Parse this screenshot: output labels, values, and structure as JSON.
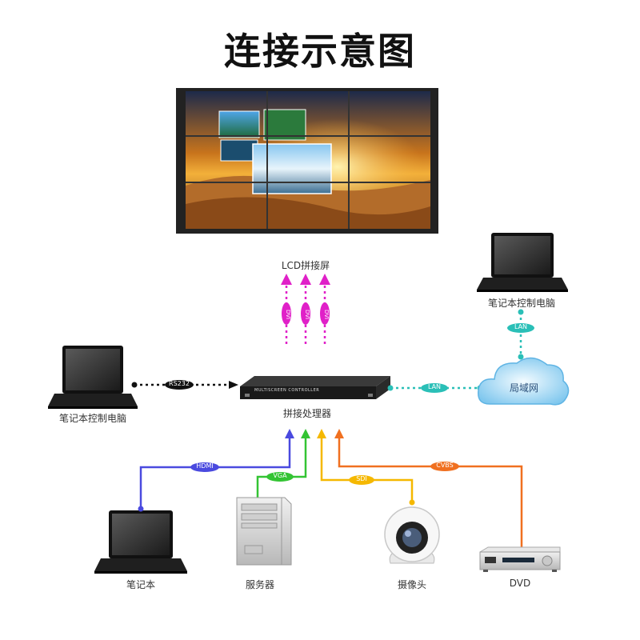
{
  "title": "连接示意图",
  "labels": {
    "lcd_wall": "LCD拼接屏",
    "controller": "拼接处理器",
    "controller_panel": "MULTISCREEN CONTROLLER",
    "laptop_left": "笔记本控制电脑",
    "laptop_right": "笔记本控制电脑",
    "lan_cloud": "局域网",
    "laptop_bottom": "笔记本",
    "server": "服务器",
    "camera": "摄像头",
    "dvd": "DVD"
  },
  "links": {
    "rs232": "RS232",
    "lan_h": "LAN",
    "lan_v": "LAN",
    "hdmi": "HDMI",
    "vga": "VGA",
    "sdi": "SDI",
    "cvbs": "CVBS",
    "dvi_1": "DVI",
    "dvi_2": "DVI",
    "dvi_3": "DVI"
  },
  "colors": {
    "dvi": "#e020c8",
    "lan": "#2abfb7",
    "rs232": "#111111",
    "hdmi": "#4a4adf",
    "vga": "#33c433",
    "sdi": "#f5b800",
    "cvbs": "#f07020"
  }
}
